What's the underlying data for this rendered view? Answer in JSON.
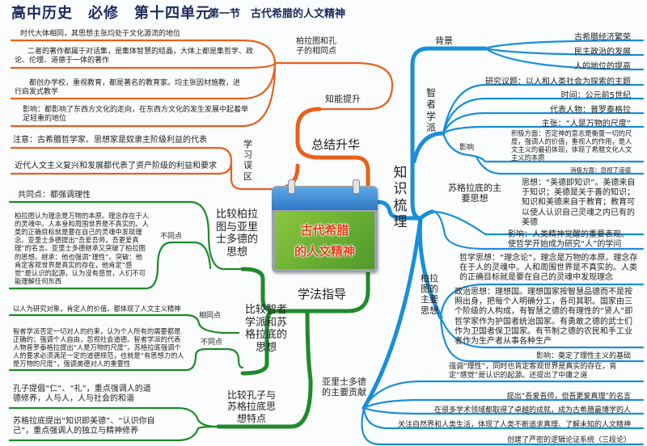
{
  "header": {
    "main": "高中历史　必修　第十四单元",
    "sub": "第一节　古代希腊的人文精神"
  },
  "colors": {
    "orange": "#e8601c",
    "green": "#1f8a2c",
    "blue": "#1a8fd8",
    "title": "#1c2a5c"
  },
  "center": {
    "icon": "calendar-icon",
    "line1": "古代希腊",
    "line2": "的人文精神"
  },
  "summary": {
    "label": "总结升华",
    "ability": {
      "label": "知能提升",
      "sub_label": "柏拉图和孔子的相同点",
      "items": [
        "时代大体相同，其思想主张均处于文化源流的地位",
        "二者的著作都属于对话集，是集体智慧的结晶，大体上都是集哲学、政论、伦理、道德于一体的著作",
        "都创办学校，重视教育，都是著名的教育家。均主张因材施教，进行启发式教学",
        "影响：都影响了东西方文化的走向，在东西方文化的发生发展中起着举足轻重的地位"
      ]
    },
    "mistakes": {
      "label": "学习误区",
      "items": [
        "注意：古希腊哲学家、思想家是奴隶主阶级利益的代表",
        "近代人文主义复兴和发展都代表了资产阶级的利益和要求"
      ]
    }
  },
  "method": {
    "label": "学法指导",
    "plato_aristotle": {
      "label": "比较柏拉图与亚里士多德的思想",
      "same": "共同点：都强调理性",
      "diff_label": "不同点",
      "diff": "柏拉图认为理念是万物的本原。理念存在于人的灵魂中。人本身和周围世界是不真实的。人类的正确目标就是要在自己的灵魂中发现理念。亚里士多德提出“吾爱吾师，吾更爱真理”的名言。亚里士多德继承又突破了柏拉图的思想。继承：他也强调“理性”。突破：他肯定客观世界是真实的存在，他肯定“感觉”是认识的起源，认为没有感觉，人们不可能理解任何东西"
    },
    "sophist_socrates": {
      "label": "比较智者学派和苏格拉底的思想",
      "same_label": "相同点",
      "same": "以人为研究对象，肯定人的价值。都体现了人文主义精神",
      "diff_label": "不同点",
      "diff": "智者学派否定一切对人的约束，认为个人所有的需要都是正确的；强调个人自由，忽视社会道德。智者学派的代表人物普罗泰格拉提出“人是万物的尺度”。苏格拉底强调个人的要求必须满足一定的道德规范，也就是“有思想力的人是万物的尺度”，强调美德对人的重要性"
    },
    "confucius_socrates": {
      "label": "比较孔子与苏格拉底思想特点",
      "items": [
        "孔子提倡“仁”、“礼”，重点强调人的道德修养，人与人，人与社会的和谐",
        "苏格拉底提出“知识即美德”、“认识你自己”，重点强调人的独立与精神修养"
      ]
    }
  },
  "knowledge": {
    "label": "知识梳理",
    "background": {
      "label": "背景",
      "items": [
        "古希腊经济繁荣",
        "民主政治的发展",
        "人的地位的提高"
      ]
    },
    "sophists": {
      "label": "智者学派",
      "items": [
        "研究议题：以人和人类社会为探索的主题",
        "时间：公元前5世纪",
        "代表人物：普罗泰格拉",
        "主张：“人是万物的尺度”"
      ],
      "influence_label": "影响",
      "positive": "积极方面：否定神的意志是衡量一切的尺度，强调人的价值，重视人的作用，是人文主义的最初体现，体现了希腊文化人文主义的本质",
      "negative": "消极方面：忽视了道德"
    },
    "socrates": {
      "label": "苏格拉底的主要思想",
      "thought": "思想：“美德即知识”。美德来自于知识；美德是关于善的知识；知识和美德来自于教育；教育可以使人认识自己灵魂之内已有的美德",
      "influence": "影响：人类精神觉醒的重要表现。使哲学开始成为研究“人”的学问"
    },
    "plato": {
      "label": "柏拉图的主要思想",
      "philosophy": "哲学思想：“理念论”，理念是万物的本原。理念存在于人的灵魂中。人和周围世界是不真实的。人类的正确目标就是要在自己的灵魂中发现理念",
      "politics": "政治思想：理想国。理想国家按智慧品德而不是按照出身，把每个人明确分工，各司其职。国家由三个阶级的人构成，有智慧之德的有理性的“贤人”即哲学家作为护国者统治国家。有勇敢之德的武士们作为卫国者保卫国家。有节制之德的农民和手工业者作为生产者从事各种生产",
      "influence": "影响：奠定了理性主义的基础"
    },
    "aristotle": {
      "label": "亚里士多德的主要贡献",
      "items": [
        "强调“理性”，同时也肯定客观世界是真实的存在，肯定“感觉”是认识的起源。还提出了中庸之道",
        "提出“吾爱吾师，但吾更爱真理”的名言",
        "在很多学术领域都取得了卓越的成就，成为古希腊最博学的人",
        "关注自然界和人类生活，体现了人类不断追求真理、了解未知的人文精神",
        "创建了严密的逻辑论证系统（三段论）"
      ]
    }
  }
}
